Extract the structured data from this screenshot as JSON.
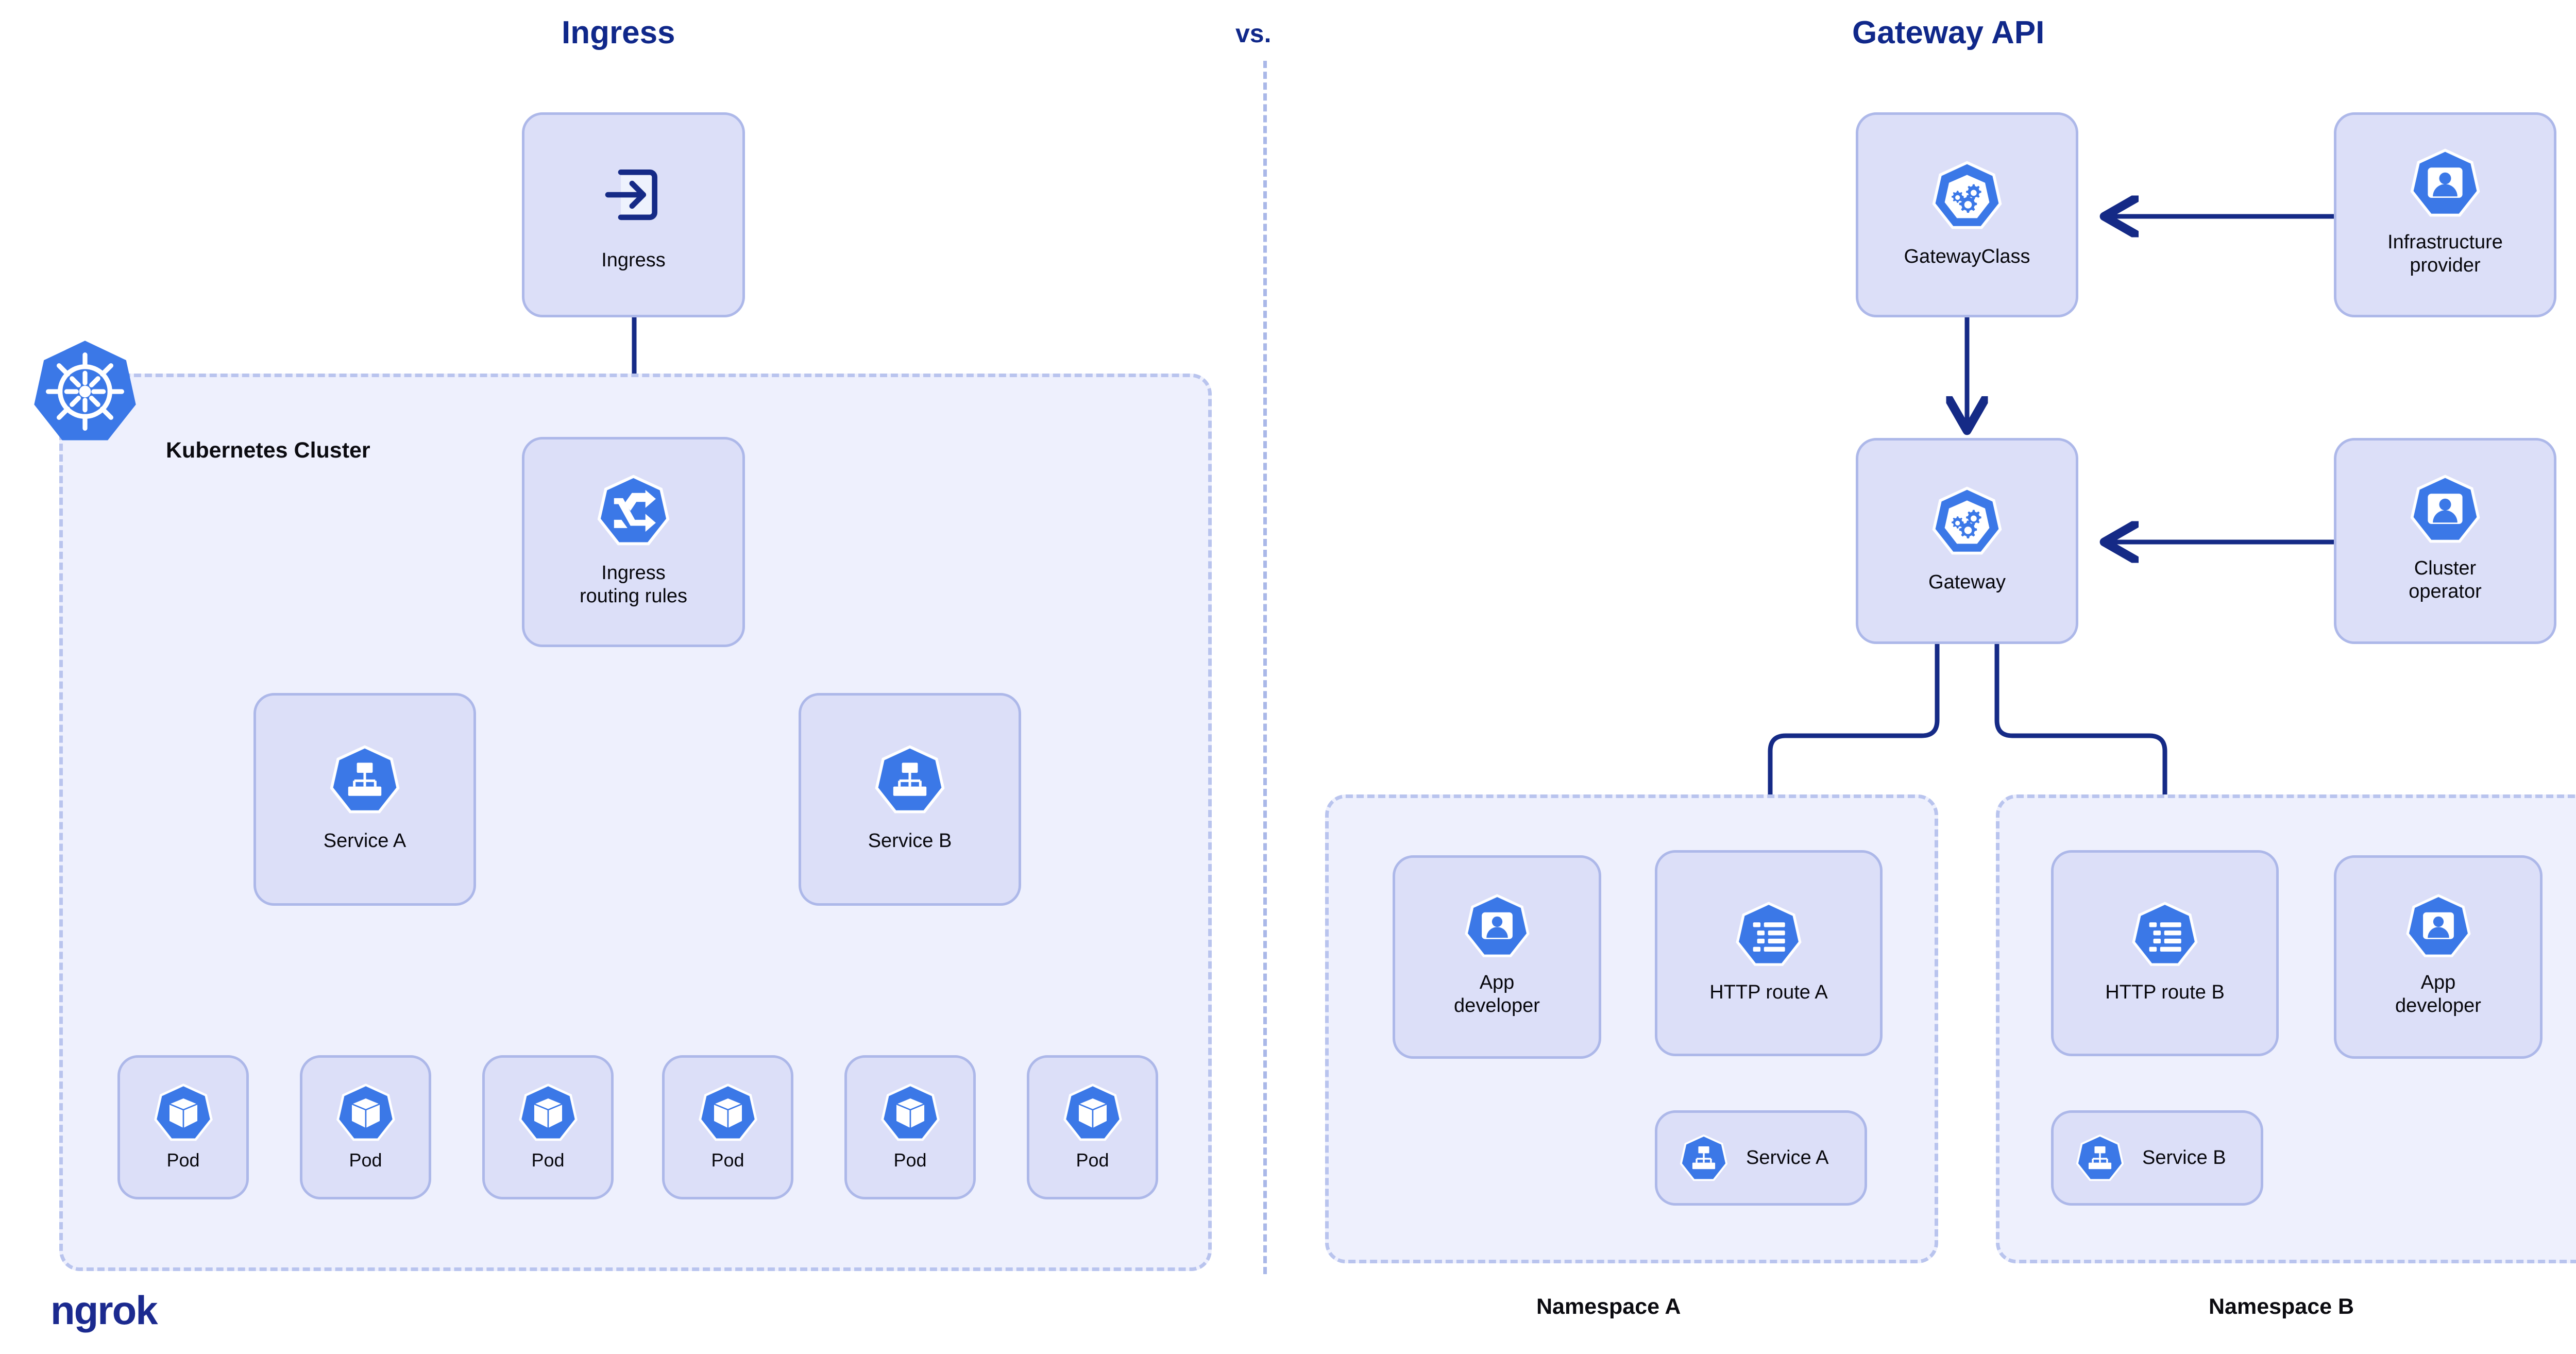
{
  "diagram": {
    "titles": {
      "left": "Ingress",
      "middle": "vs.",
      "right": "Gateway API"
    },
    "colors": {
      "title": "#10288a",
      "card_fill": "#dcdff8",
      "card_border": "#adb8e9",
      "group_fill": "#eef0fd",
      "group_border": "#b9c4ee",
      "arrow": "#152a86",
      "icon_blue": "#3b78e7",
      "icon_white": "#ffffff",
      "brand": "#1b2a8f",
      "background": "#ffffff"
    }
  },
  "left_panel": {
    "ingress": {
      "label": "Ingress",
      "icon": "ingress-arrow-icon"
    },
    "cluster": {
      "label": "Kubernetes Cluster",
      "badge_icon": "kubernetes-logo-icon"
    },
    "routing_rules": {
      "label": "Ingress\nrouting rules",
      "icon": "shuffle-routing-icon"
    },
    "services": [
      {
        "label": "Service A",
        "icon": "service-hierarchy-icon"
      },
      {
        "label": "Service B",
        "icon": "service-hierarchy-icon"
      }
    ],
    "pods": [
      {
        "label": "Pod",
        "icon": "pod-cube-icon"
      },
      {
        "label": "Pod",
        "icon": "pod-cube-icon"
      },
      {
        "label": "Pod",
        "icon": "pod-cube-icon"
      },
      {
        "label": "Pod",
        "icon": "pod-cube-icon"
      },
      {
        "label": "Pod",
        "icon": "pod-cube-icon"
      },
      {
        "label": "Pod",
        "icon": "pod-cube-icon"
      }
    ]
  },
  "right_panel": {
    "gateway_class": {
      "label": "GatewayClass",
      "icon": "gears-icon"
    },
    "infrastructure_provider": {
      "label": "Infrastructure\nprovider",
      "icon": "person-icon"
    },
    "gateway": {
      "label": "Gateway",
      "icon": "gears-icon"
    },
    "cluster_operator": {
      "label": "Cluster\noperator",
      "icon": "person-icon"
    },
    "namespaces": [
      {
        "label": "Namespace A",
        "actor": {
          "label": "App\ndeveloper",
          "icon": "person-icon"
        },
        "route": {
          "label": "HTTP route A",
          "icon": "list-route-icon"
        },
        "service": {
          "label": "Service A",
          "icon": "service-hierarchy-icon"
        }
      },
      {
        "label": "Namespace B",
        "actor": {
          "label": "App\ndeveloper",
          "icon": "person-icon"
        },
        "route": {
          "label": "HTTP route B",
          "icon": "list-route-icon"
        },
        "service": {
          "label": "Service B",
          "icon": "service-hierarchy-icon"
        }
      }
    ]
  },
  "branding": {
    "wordmark": "ngrok"
  }
}
